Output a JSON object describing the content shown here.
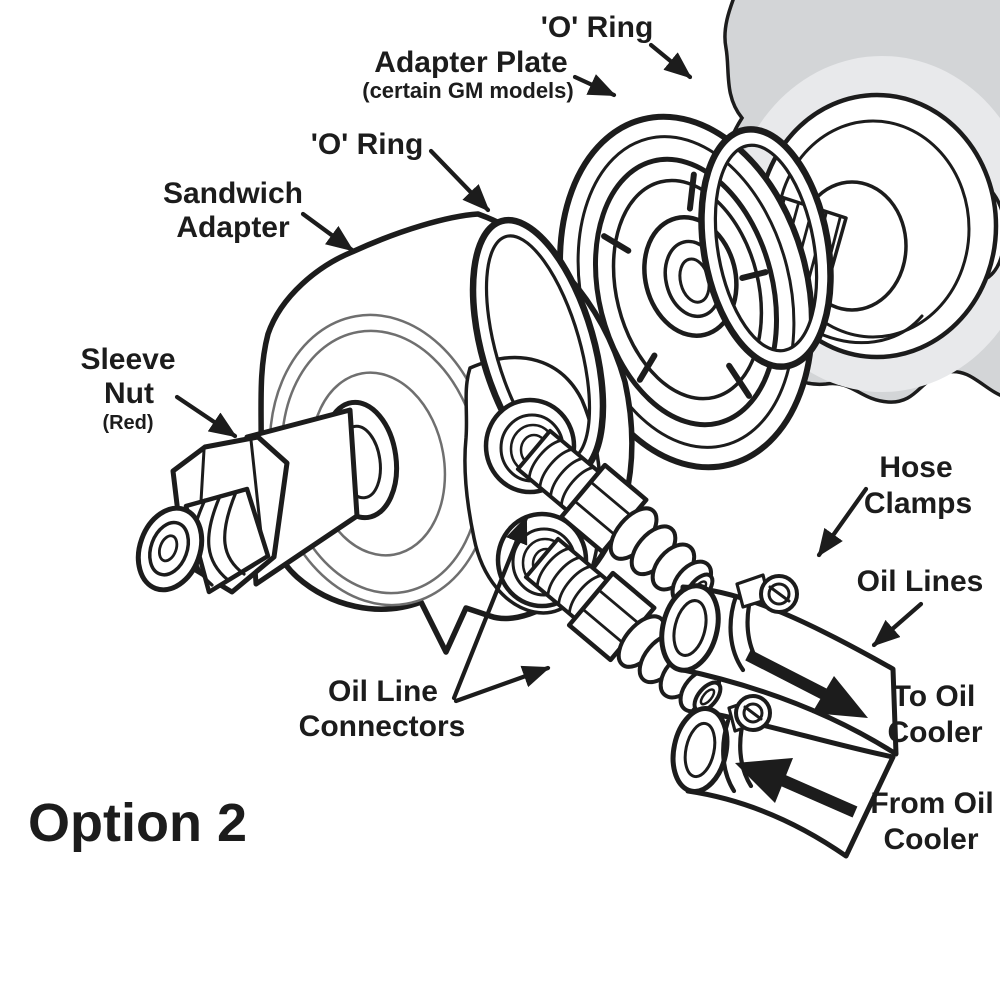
{
  "diagram": {
    "caption": "Option 2",
    "callouts": {
      "o_ring_top": "'O' Ring",
      "adapter_plate": "Adapter Plate",
      "adapter_plate_note": "(certain GM models)",
      "o_ring_left": "'O' Ring",
      "sandwich_adapter_line1": "Sandwich",
      "sandwich_adapter_line2": "Adapter",
      "sleeve_nut_line1": "Sleeve",
      "sleeve_nut_line2": "Nut",
      "sleeve_nut_note": "(Red)",
      "hose_clamps_line1": "Hose",
      "hose_clamps_line2": "Clamps",
      "oil_lines": "Oil Lines",
      "to_oil_cooler_line1": "To Oil",
      "to_oil_cooler_line2": "Cooler",
      "from_oil_cooler_line1": "From Oil",
      "from_oil_cooler_line2": "Cooler",
      "oil_line_connectors_line1": "Oil Line",
      "oil_line_connectors_line2": "Connectors"
    },
    "colors": {
      "line": "#1c1c1c",
      "background": "#ffffff",
      "engine_block": "#d3d5d7",
      "engine_boss_ring": "#e8e9eb"
    }
  }
}
